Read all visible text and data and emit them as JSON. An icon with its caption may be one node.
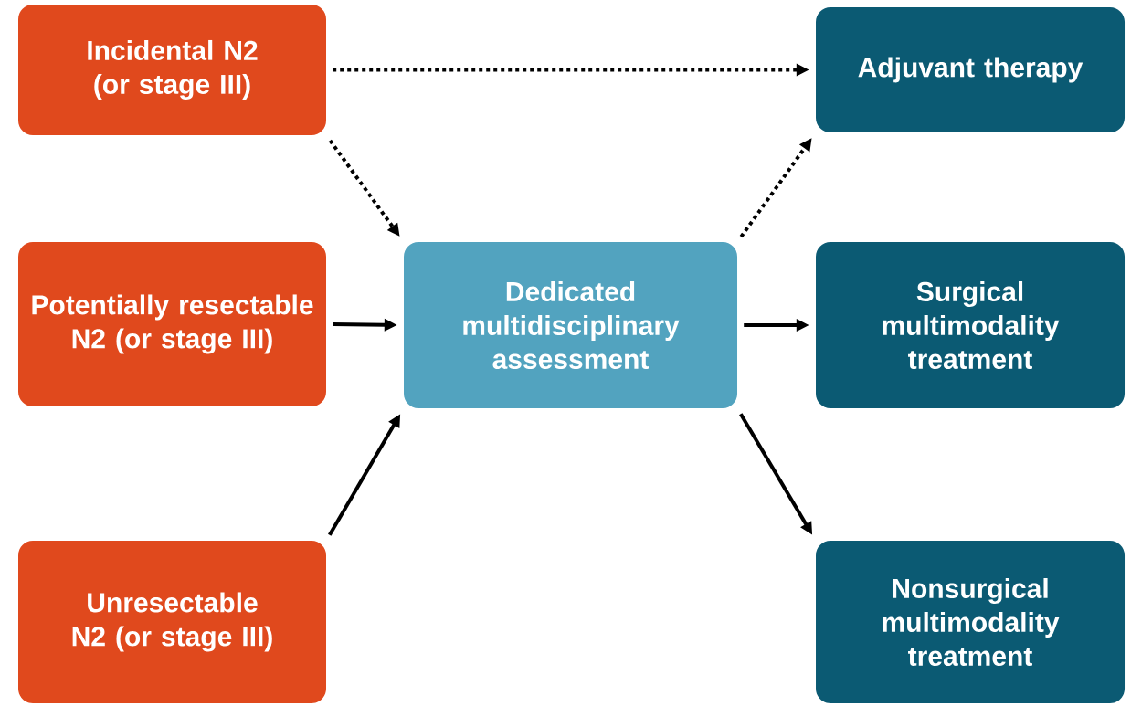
{
  "diagram": {
    "nodes": [
      {
        "text": [
          "Incidental N2 (or stage III)"
        ]
      },
      {
        "text": [
          "Potentially resectable N2 (or stage III)"
        ]
      },
      {
        "text": [
          "Unresectable N2 (or stage III)"
        ]
      },
      {
        "text": [
          "Dedicated multidisciplinary assessment"
        ]
      },
      {
        "text": [
          "Adjuvant therapy"
        ]
      },
      {
        "text": [
          "Surgical multimodality treatment"
        ]
      },
      {
        "text": [
          "Nonsurgical multimodality treatment"
        ]
      }
    ],
    "edges": [
      {
        "from": 0,
        "to": 4,
        "arrow": "to",
        "style": "dashed"
      },
      {
        "from": 0,
        "to": 3,
        "arrow": "to",
        "style": "dashed"
      },
      {
        "from": 1,
        "to": 3,
        "arrow": "to"
      },
      {
        "from": 2,
        "to": 3,
        "arrow": "to"
      },
      {
        "from": 3,
        "to": 4,
        "arrow": "to",
        "style": "dashed"
      },
      {
        "from": 3,
        "to": 5,
        "arrow": "to"
      },
      {
        "from": 3,
        "to": 6,
        "arrow": "to"
      }
    ]
  }
}
